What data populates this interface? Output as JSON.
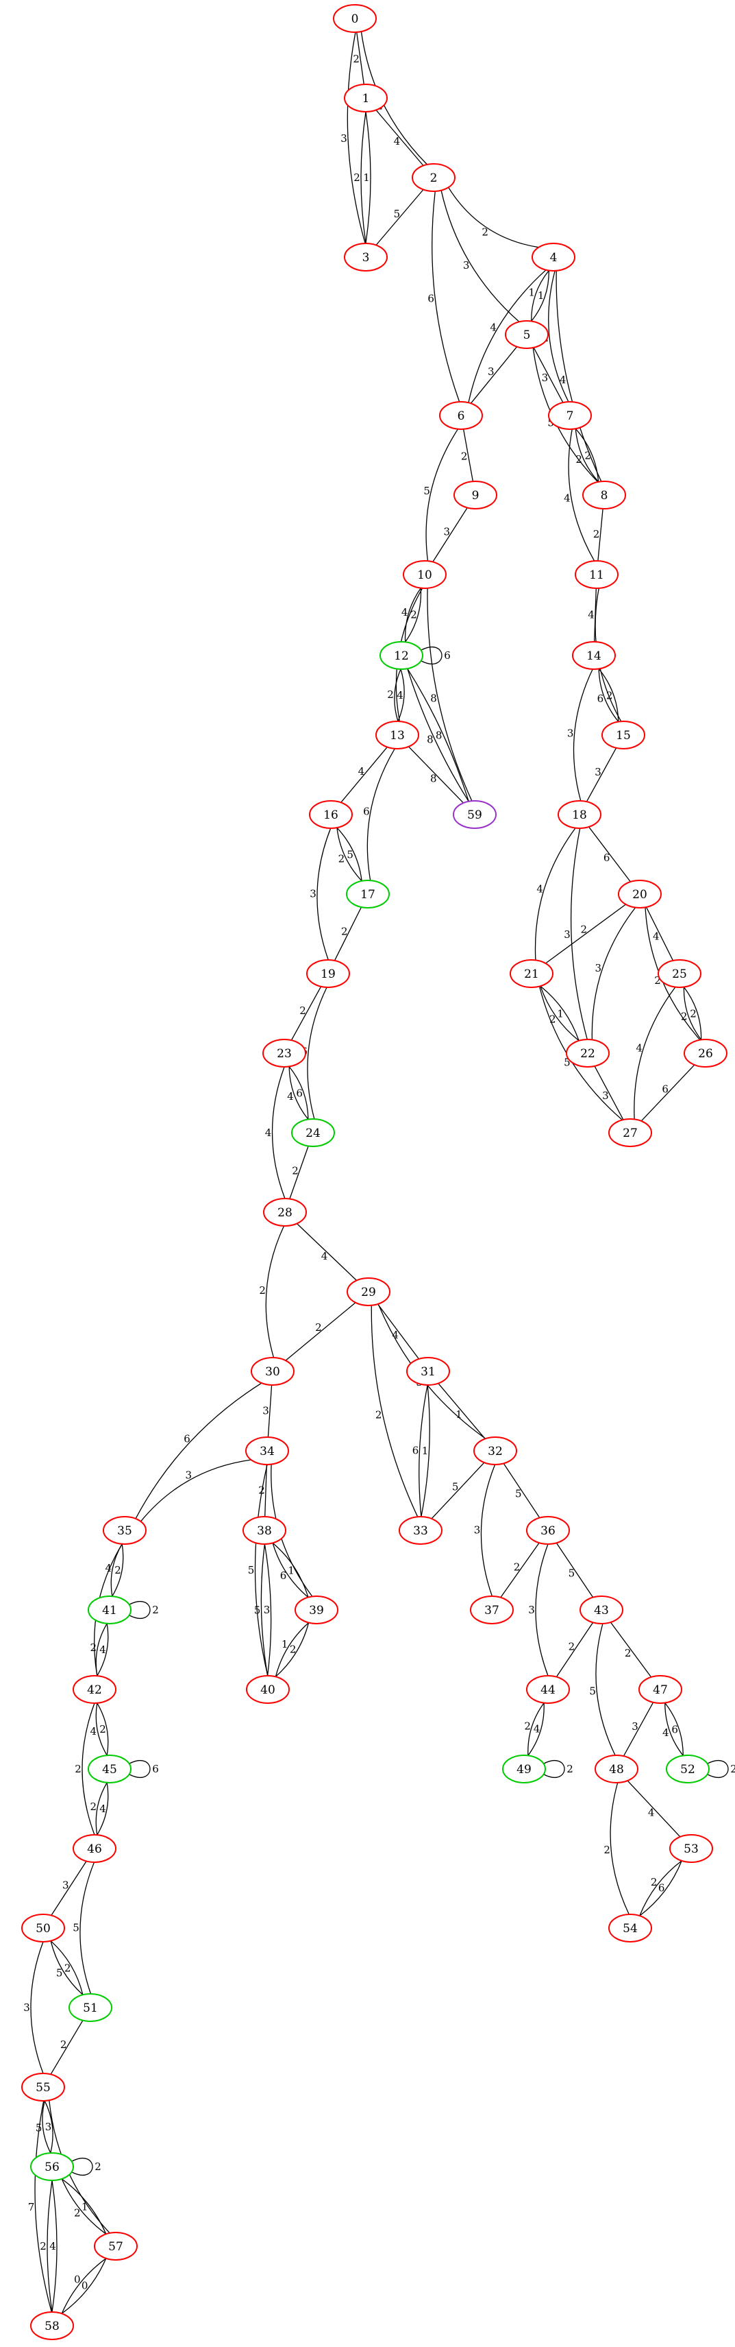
{
  "colors": {
    "red": "#ff0000",
    "green": "#00cc00",
    "purple": "#9933cc"
  },
  "nodes": [
    {
      "id": "0",
      "color": "red"
    },
    {
      "id": "1",
      "color": "red"
    },
    {
      "id": "2",
      "color": "red"
    },
    {
      "id": "3",
      "color": "red"
    },
    {
      "id": "4",
      "color": "red"
    },
    {
      "id": "5",
      "color": "red"
    },
    {
      "id": "6",
      "color": "red"
    },
    {
      "id": "7",
      "color": "red"
    },
    {
      "id": "8",
      "color": "red"
    },
    {
      "id": "9",
      "color": "red"
    },
    {
      "id": "10",
      "color": "red"
    },
    {
      "id": "11",
      "color": "red"
    },
    {
      "id": "12",
      "color": "green"
    },
    {
      "id": "13",
      "color": "red"
    },
    {
      "id": "14",
      "color": "red"
    },
    {
      "id": "15",
      "color": "red"
    },
    {
      "id": "16",
      "color": "red"
    },
    {
      "id": "17",
      "color": "green"
    },
    {
      "id": "18",
      "color": "red"
    },
    {
      "id": "19",
      "color": "red"
    },
    {
      "id": "20",
      "color": "red"
    },
    {
      "id": "21",
      "color": "red"
    },
    {
      "id": "22",
      "color": "red"
    },
    {
      "id": "23",
      "color": "red"
    },
    {
      "id": "24",
      "color": "green"
    },
    {
      "id": "25",
      "color": "red"
    },
    {
      "id": "26",
      "color": "red"
    },
    {
      "id": "27",
      "color": "red"
    },
    {
      "id": "28",
      "color": "red"
    },
    {
      "id": "29",
      "color": "red"
    },
    {
      "id": "30",
      "color": "red"
    },
    {
      "id": "31",
      "color": "red"
    },
    {
      "id": "32",
      "color": "red"
    },
    {
      "id": "33",
      "color": "red"
    },
    {
      "id": "34",
      "color": "red"
    },
    {
      "id": "35",
      "color": "red"
    },
    {
      "id": "36",
      "color": "red"
    },
    {
      "id": "37",
      "color": "red"
    },
    {
      "id": "38",
      "color": "red"
    },
    {
      "id": "39",
      "color": "red"
    },
    {
      "id": "40",
      "color": "red"
    },
    {
      "id": "41",
      "color": "green"
    },
    {
      "id": "42",
      "color": "red"
    },
    {
      "id": "43",
      "color": "red"
    },
    {
      "id": "44",
      "color": "red"
    },
    {
      "id": "45",
      "color": "green"
    },
    {
      "id": "46",
      "color": "red"
    },
    {
      "id": "47",
      "color": "red"
    },
    {
      "id": "48",
      "color": "red"
    },
    {
      "id": "49",
      "color": "green"
    },
    {
      "id": "50",
      "color": "red"
    },
    {
      "id": "51",
      "color": "green"
    },
    {
      "id": "52",
      "color": "green"
    },
    {
      "id": "53",
      "color": "red"
    },
    {
      "id": "54",
      "color": "red"
    },
    {
      "id": "55",
      "color": "red"
    },
    {
      "id": "56",
      "color": "green"
    },
    {
      "id": "57",
      "color": "red"
    },
    {
      "id": "58",
      "color": "red"
    },
    {
      "id": "59",
      "color": "purple"
    }
  ],
  "edges": [
    {
      "source": "0",
      "target": "1",
      "weight": "2"
    },
    {
      "source": "0",
      "target": "2",
      "weight": "2"
    },
    {
      "source": "0",
      "target": "3",
      "weight": "3"
    },
    {
      "source": "1",
      "target": "2",
      "weight": "4"
    },
    {
      "source": "1",
      "target": "3",
      "weight": "1"
    },
    {
      "source": "1",
      "target": "3",
      "weight": "2"
    },
    {
      "source": "2",
      "target": "3",
      "weight": "5"
    },
    {
      "source": "2",
      "target": "4",
      "weight": "2"
    },
    {
      "source": "2",
      "target": "5",
      "weight": "3"
    },
    {
      "source": "2",
      "target": "6",
      "weight": "6"
    },
    {
      "source": "4",
      "target": "5",
      "weight": "1"
    },
    {
      "source": "4",
      "target": "5",
      "weight": "1"
    },
    {
      "source": "4",
      "target": "6",
      "weight": "4"
    },
    {
      "source": "4",
      "target": "7",
      "weight": "2"
    },
    {
      "source": "4",
      "target": "8",
      "weight": "4"
    },
    {
      "source": "5",
      "target": "6",
      "weight": "3"
    },
    {
      "source": "5",
      "target": "7",
      "weight": "3"
    },
    {
      "source": "5",
      "target": "8",
      "weight": "5"
    },
    {
      "source": "6",
      "target": "9",
      "weight": "2"
    },
    {
      "source": "6",
      "target": "10",
      "weight": "5"
    },
    {
      "source": "7",
      "target": "8",
      "weight": "2"
    },
    {
      "source": "7",
      "target": "8",
      "weight": "2"
    },
    {
      "source": "7",
      "target": "11",
      "weight": "4"
    },
    {
      "source": "8",
      "target": "11",
      "weight": "2"
    },
    {
      "source": "9",
      "target": "10",
      "weight": "3"
    },
    {
      "source": "10",
      "target": "12",
      "weight": "2"
    },
    {
      "source": "10",
      "target": "12",
      "weight": "4"
    },
    {
      "source": "10",
      "target": "13",
      "weight": "2"
    },
    {
      "source": "10",
      "target": "59",
      "weight": "8"
    },
    {
      "source": "12",
      "target": "12",
      "weight": "6"
    },
    {
      "source": "12",
      "target": "13",
      "weight": "4"
    },
    {
      "source": "12",
      "target": "13",
      "weight": "2"
    },
    {
      "source": "12",
      "target": "59",
      "weight": "8"
    },
    {
      "source": "12",
      "target": "59",
      "weight": "8"
    },
    {
      "source": "13",
      "target": "16",
      "weight": "4"
    },
    {
      "source": "13",
      "target": "17",
      "weight": "6"
    },
    {
      "source": "13",
      "target": "59",
      "weight": "8"
    },
    {
      "source": "11",
      "target": "14",
      "weight": "4"
    },
    {
      "source": "11",
      "target": "15",
      "weight": "2"
    },
    {
      "source": "14",
      "target": "15",
      "weight": "2"
    },
    {
      "source": "14",
      "target": "15",
      "weight": "6"
    },
    {
      "source": "14",
      "target": "18",
      "weight": "3"
    },
    {
      "source": "15",
      "target": "18",
      "weight": "3"
    },
    {
      "source": "16",
      "target": "17",
      "weight": "5"
    },
    {
      "source": "16",
      "target": "17",
      "weight": "2"
    },
    {
      "source": "16",
      "target": "19",
      "weight": "3"
    },
    {
      "source": "17",
      "target": "19",
      "weight": "2"
    },
    {
      "source": "18",
      "target": "20",
      "weight": "6"
    },
    {
      "source": "18",
      "target": "21",
      "weight": "4"
    },
    {
      "source": "18",
      "target": "22",
      "weight": "3"
    },
    {
      "source": "20",
      "target": "21",
      "weight": "2"
    },
    {
      "source": "20",
      "target": "22",
      "weight": "3"
    },
    {
      "source": "20",
      "target": "25",
      "weight": "4"
    },
    {
      "source": "20",
      "target": "26",
      "weight": "2"
    },
    {
      "source": "21",
      "target": "22",
      "weight": "1"
    },
    {
      "source": "21",
      "target": "22",
      "weight": "2"
    },
    {
      "source": "21",
      "target": "27",
      "weight": "5"
    },
    {
      "source": "22",
      "target": "27",
      "weight": "3"
    },
    {
      "source": "25",
      "target": "26",
      "weight": "2"
    },
    {
      "source": "25",
      "target": "26",
      "weight": "2"
    },
    {
      "source": "25",
      "target": "27",
      "weight": "4"
    },
    {
      "source": "26",
      "target": "27",
      "weight": "6"
    },
    {
      "source": "19",
      "target": "23",
      "weight": "2"
    },
    {
      "source": "19",
      "target": "24",
      "weight": "6"
    },
    {
      "source": "23",
      "target": "24",
      "weight": "6"
    },
    {
      "source": "23",
      "target": "24",
      "weight": "4"
    },
    {
      "source": "23",
      "target": "28",
      "weight": "4"
    },
    {
      "source": "24",
      "target": "28",
      "weight": "2"
    },
    {
      "source": "28",
      "target": "29",
      "weight": "4"
    },
    {
      "source": "28",
      "target": "30",
      "weight": "2"
    },
    {
      "source": "29",
      "target": "30",
      "weight": "2"
    },
    {
      "source": "29",
      "target": "31",
      "weight": "4"
    },
    {
      "source": "29",
      "target": "32",
      "weight": "3"
    },
    {
      "source": "29",
      "target": "33",
      "weight": "2"
    },
    {
      "source": "31",
      "target": "32",
      "weight": "1"
    },
    {
      "source": "31",
      "target": "33",
      "weight": "1"
    },
    {
      "source": "31",
      "target": "33",
      "weight": "6"
    },
    {
      "source": "32",
      "target": "33",
      "weight": "5"
    },
    {
      "source": "32",
      "target": "36",
      "weight": "5"
    },
    {
      "source": "32",
      "target": "37",
      "weight": "3"
    },
    {
      "source": "30",
      "target": "34",
      "weight": "3"
    },
    {
      "source": "30",
      "target": "35",
      "weight": "6"
    },
    {
      "source": "34",
      "target": "35",
      "weight": "3"
    },
    {
      "source": "34",
      "target": "38",
      "weight": "2"
    },
    {
      "source": "34",
      "target": "39",
      "weight": "3"
    },
    {
      "source": "34",
      "target": "40",
      "weight": "5"
    },
    {
      "source": "38",
      "target": "39",
      "weight": "1"
    },
    {
      "source": "38",
      "target": "39",
      "weight": "6"
    },
    {
      "source": "38",
      "target": "40",
      "weight": "3"
    },
    {
      "source": "38",
      "target": "40",
      "weight": "5"
    },
    {
      "source": "39",
      "target": "40",
      "weight": "2"
    },
    {
      "source": "39",
      "target": "40",
      "weight": "1"
    },
    {
      "source": "35",
      "target": "41",
      "weight": "2"
    },
    {
      "source": "35",
      "target": "41",
      "weight": "4"
    },
    {
      "source": "35",
      "target": "42",
      "weight": "6"
    },
    {
      "source": "41",
      "target": "41",
      "weight": "2"
    },
    {
      "source": "41",
      "target": "42",
      "weight": "4"
    },
    {
      "source": "41",
      "target": "42",
      "weight": "2"
    },
    {
      "source": "42",
      "target": "45",
      "weight": "2"
    },
    {
      "source": "42",
      "target": "45",
      "weight": "4"
    },
    {
      "source": "42",
      "target": "46",
      "weight": "2"
    },
    {
      "source": "45",
      "target": "45",
      "weight": "6"
    },
    {
      "source": "45",
      "target": "46",
      "weight": "4"
    },
    {
      "source": "45",
      "target": "46",
      "weight": "2"
    },
    {
      "source": "36",
      "target": "37",
      "weight": "2"
    },
    {
      "source": "36",
      "target": "43",
      "weight": "5"
    },
    {
      "source": "36",
      "target": "44",
      "weight": "3"
    },
    {
      "source": "43",
      "target": "44",
      "weight": "2"
    },
    {
      "source": "43",
      "target": "47",
      "weight": "2"
    },
    {
      "source": "43",
      "target": "48",
      "weight": "5"
    },
    {
      "source": "44",
      "target": "49",
      "weight": "4"
    },
    {
      "source": "44",
      "target": "49",
      "weight": "2"
    },
    {
      "source": "49",
      "target": "49",
      "weight": "2"
    },
    {
      "source": "47",
      "target": "48",
      "weight": "3"
    },
    {
      "source": "47",
      "target": "52",
      "weight": "6"
    },
    {
      "source": "47",
      "target": "52",
      "weight": "4"
    },
    {
      "source": "52",
      "target": "52",
      "weight": "2"
    },
    {
      "source": "48",
      "target": "53",
      "weight": "4"
    },
    {
      "source": "48",
      "target": "54",
      "weight": "2"
    },
    {
      "source": "53",
      "target": "54",
      "weight": "6"
    },
    {
      "source": "53",
      "target": "54",
      "weight": "2"
    },
    {
      "source": "46",
      "target": "50",
      "weight": "3"
    },
    {
      "source": "46",
      "target": "51",
      "weight": "5"
    },
    {
      "source": "50",
      "target": "51",
      "weight": "2"
    },
    {
      "source": "50",
      "target": "51",
      "weight": "5"
    },
    {
      "source": "50",
      "target": "55",
      "weight": "3"
    },
    {
      "source": "51",
      "target": "55",
      "weight": "2"
    },
    {
      "source": "55",
      "target": "56",
      "weight": "3"
    },
    {
      "source": "55",
      "target": "56",
      "weight": "5"
    },
    {
      "source": "55",
      "target": "57",
      "weight": "7"
    },
    {
      "source": "55",
      "target": "58",
      "weight": "7"
    },
    {
      "source": "56",
      "target": "56",
      "weight": "2"
    },
    {
      "source": "56",
      "target": "57",
      "weight": "1"
    },
    {
      "source": "56",
      "target": "57",
      "weight": "2"
    },
    {
      "source": "56",
      "target": "58",
      "weight": "4"
    },
    {
      "source": "56",
      "target": "58",
      "weight": "2"
    },
    {
      "source": "57",
      "target": "58",
      "weight": "0"
    },
    {
      "source": "57",
      "target": "58",
      "weight": "0"
    }
  ]
}
